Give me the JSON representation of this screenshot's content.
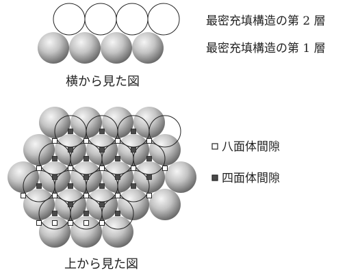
{
  "side_view": {
    "caption": "横から見た図",
    "layer2_label": "最密充填構造の第 2 層",
    "layer1_label": "最密充填構造の第 1 層"
  },
  "top_view": {
    "caption": "上から見た図"
  },
  "legend": {
    "octahedral": "八面体間隙",
    "tetrahedral": "四面体間隙"
  },
  "colors": {
    "sphere_light": "#f4f4f4",
    "sphere_dark": "#5c5c5c",
    "tetrahedral_marker": "#4a4a4a",
    "octahedral_marker": "#ffffff",
    "outline": "#222222"
  }
}
